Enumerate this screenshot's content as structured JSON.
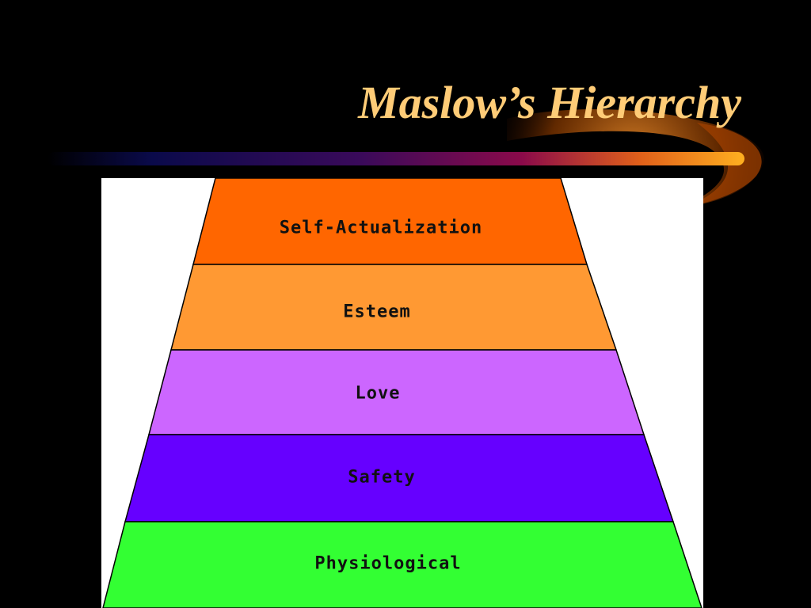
{
  "slide": {
    "title": "Maslow’s Hierarchy",
    "title_color": "#FFCC77",
    "background": "#000000"
  },
  "pyramid": {
    "levels": [
      {
        "label": "Self-Actualization",
        "color": "#FF6600"
      },
      {
        "label": "Esteem",
        "color": "#FF9933"
      },
      {
        "label": "Love",
        "color": "#CC66FF"
      },
      {
        "label": "Safety",
        "color": "#6600FF"
      },
      {
        "label": "Physiological",
        "color": "#33FF33"
      }
    ]
  }
}
